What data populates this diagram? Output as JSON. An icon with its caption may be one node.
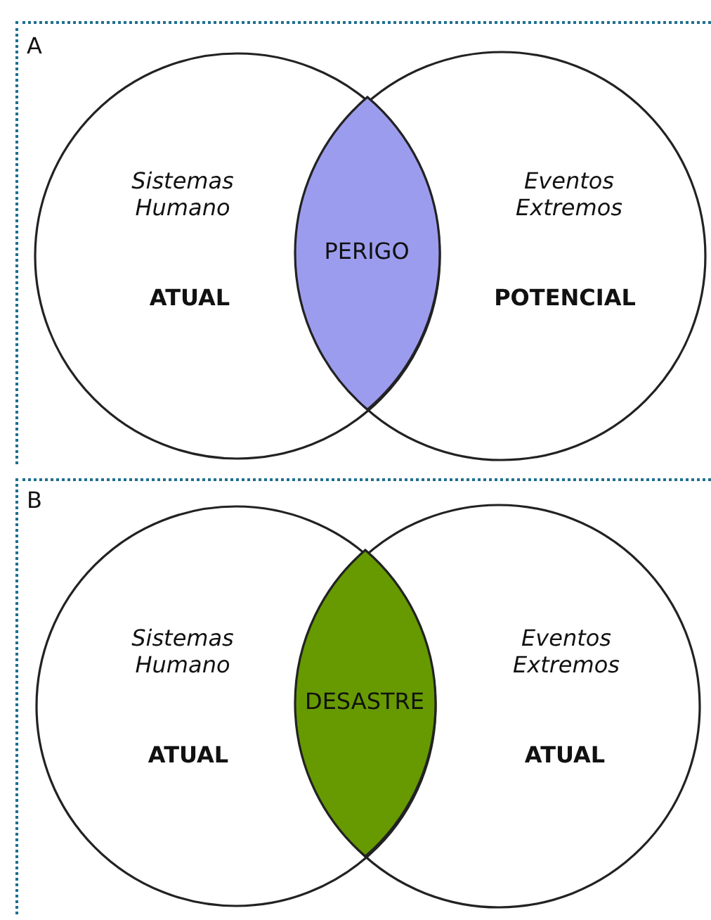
{
  "diagram": {
    "nodes": [
      {
        "text": [
          "A"
        ]
      },
      {
        "text": [
          "Sistemas Humano",
          "ATUAL"
        ],
        "in": 0
      },
      {
        "text": [
          "Eventos Extremos",
          "POTENCIAL"
        ],
        "in": 0
      },
      {
        "text": [
          "PERIGO"
        ]
      },
      {
        "text": [
          "B"
        ]
      },
      {
        "text": [
          "Sistemas Humano",
          "ATUAL"
        ],
        "in": 4
      },
      {
        "text": [
          "Eventos Extremos",
          "ATUAL"
        ],
        "in": 4
      },
      {
        "text": [
          "DESASTRE"
        ]
      }
    ]
  }
}
